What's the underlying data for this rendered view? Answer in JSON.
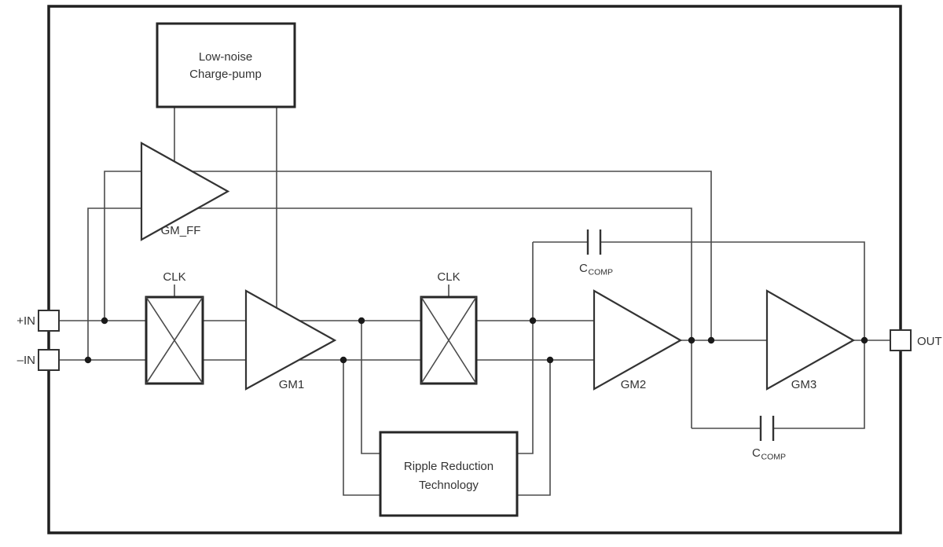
{
  "diagram": {
    "pins": {
      "in_plus": "+IN",
      "in_minus": "–IN",
      "out": "OUT"
    },
    "charge_pump": {
      "line1": "Low-noise",
      "line2": "Charge-pump"
    },
    "ripple": {
      "line1": "Ripple Reduction",
      "line2": "Technology"
    },
    "amps": {
      "gm_ff": "GM_FF",
      "gm1": "GM1",
      "gm2": "GM2",
      "gm3": "GM3"
    },
    "clock": {
      "clk1": "CLK",
      "clk2": "CLK"
    },
    "cap_top": {
      "symbol": "C",
      "subscript": "COMP"
    },
    "cap_bottom": {
      "symbol": "C",
      "subscript": "COMP"
    },
    "colors": {
      "background": "#ffffff",
      "wire": "#4b4b4b",
      "block_stroke": "#262626",
      "text": "#333333"
    }
  }
}
